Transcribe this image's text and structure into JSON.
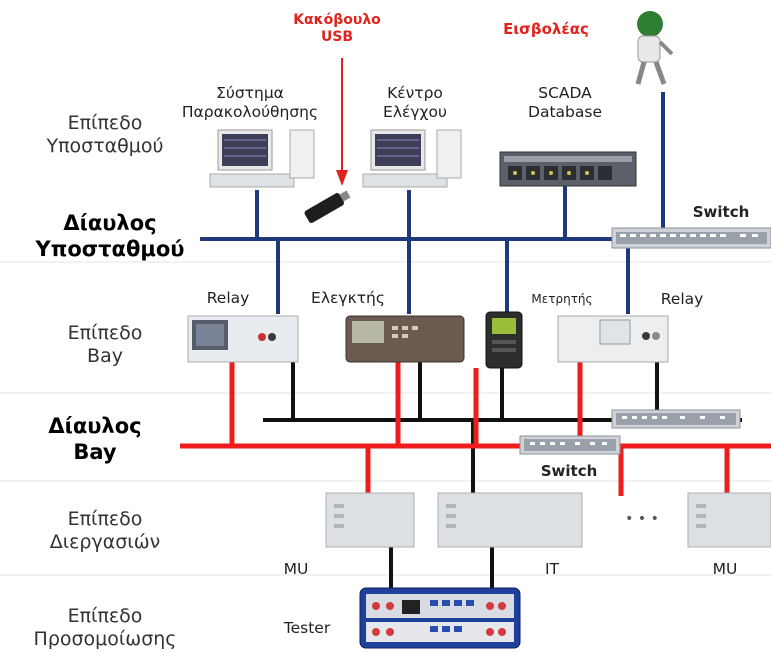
{
  "levels": {
    "substation": [
      "Επίπεδο",
      "Υποσταθμού"
    ],
    "bay": [
      "Επίπεδο",
      "Bay"
    ],
    "process": [
      "Επίπεδο",
      "Διεργασιών"
    ],
    "simulation": [
      "Επίπεδο",
      "Προσομοίωσης"
    ]
  },
  "buses": {
    "substation": [
      "Δίαυλος",
      "Υποσταθμού"
    ],
    "bay": [
      "Δίαυλος",
      "Bay"
    ]
  },
  "threat_labels": {
    "malware_usb": [
      "Κακόβουλο",
      "USB"
    ],
    "intruder": "Εισβολέας"
  },
  "devices": {
    "monitoring": [
      "Σύστημα",
      "Παρακολούθησης"
    ],
    "control_center": [
      "Κέντρο",
      "Ελέγχου"
    ],
    "scada": [
      "SCADA",
      "Database"
    ],
    "relay_left": "Relay",
    "controller": "Ελεγκτής",
    "meter": "Μετρητής",
    "relay_right": "Relay",
    "mu_left": "MU",
    "it": "IT",
    "mu_right": "MU",
    "tester": "Tester",
    "ellipsis": "• • •"
  },
  "switches": {
    "upper": "Switch",
    "lower": "Switch"
  },
  "colors": {
    "substation_bus": "#1f3a7a",
    "bay_red": "#ee1c1c",
    "bay_black": "#111111",
    "threat": "#e0231c"
  }
}
